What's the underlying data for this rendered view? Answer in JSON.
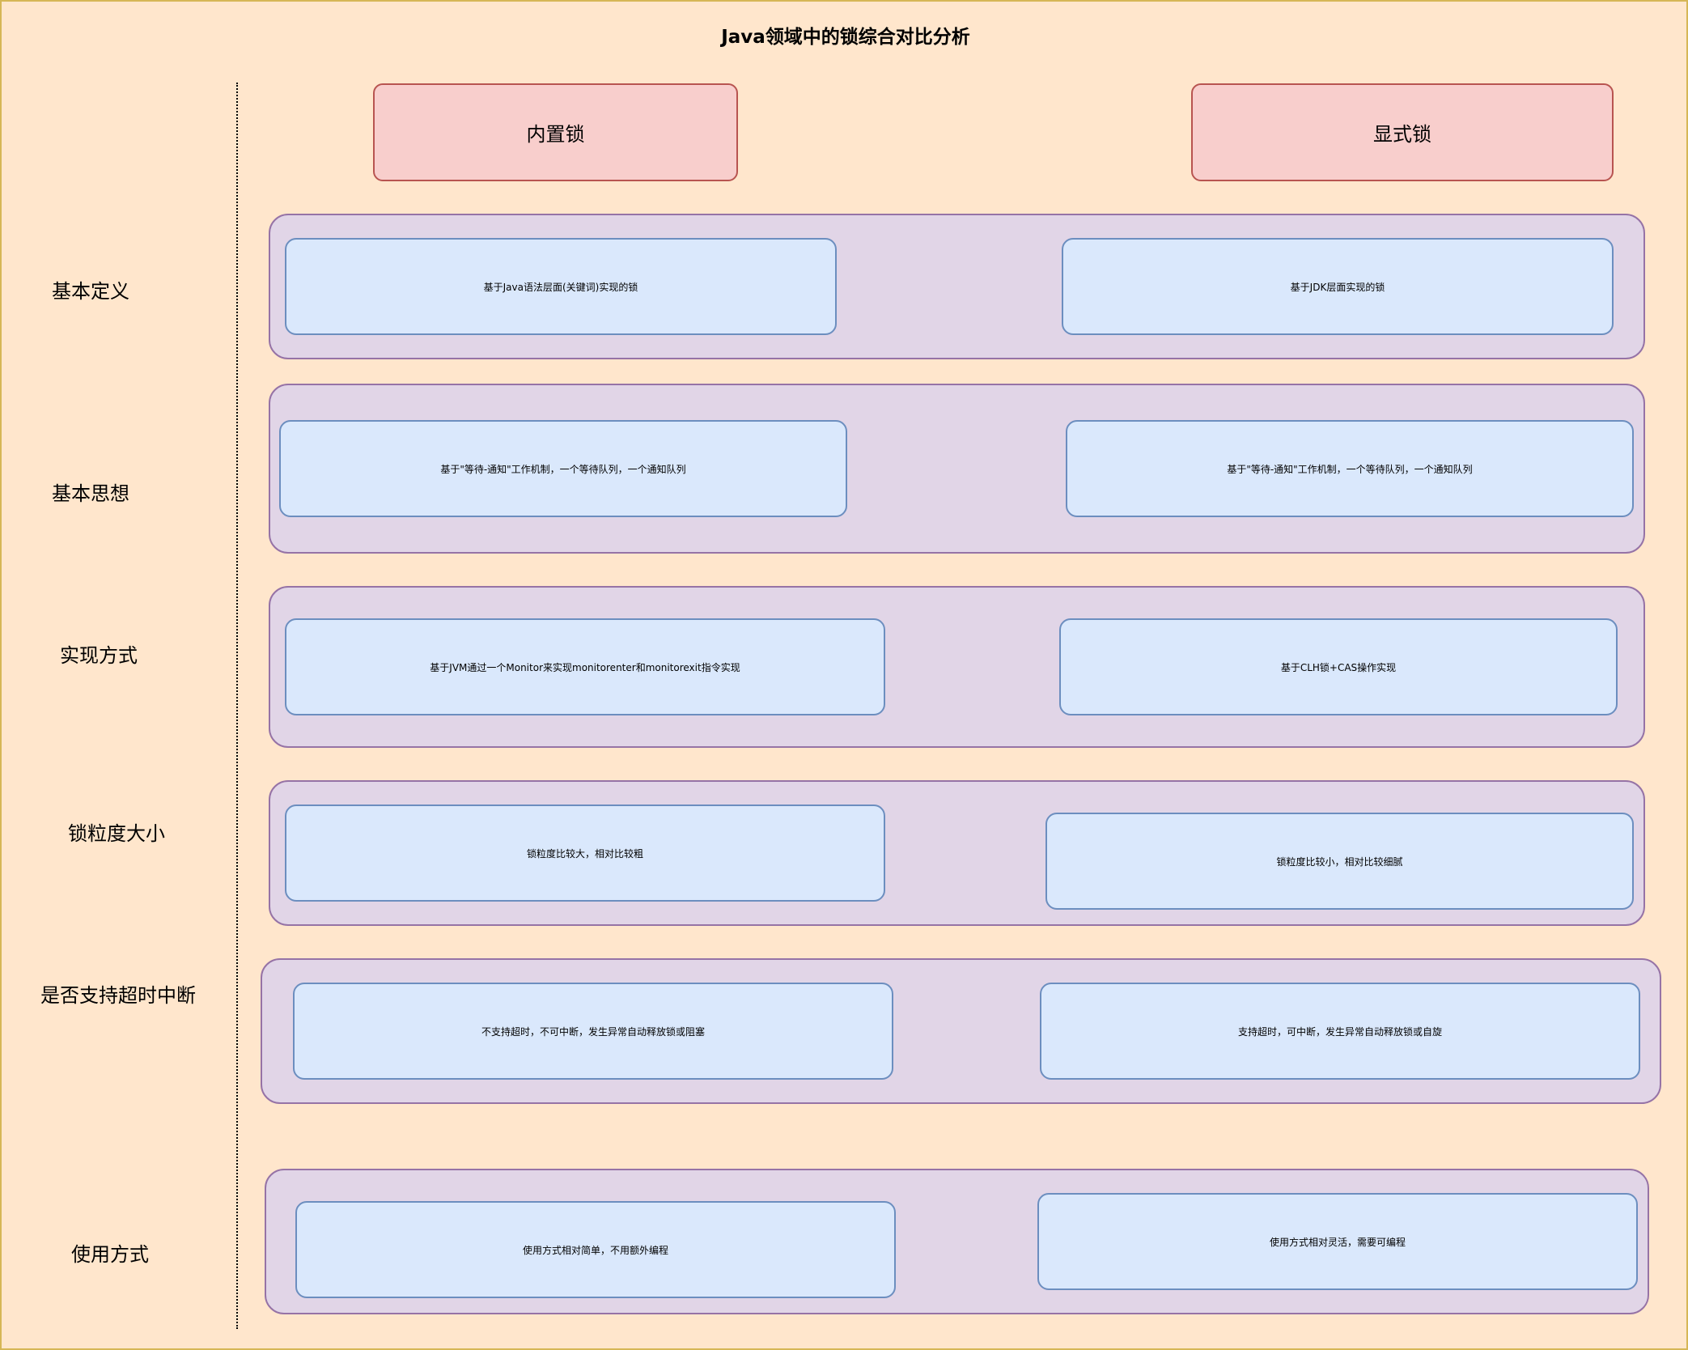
{
  "title": "Java领域中的锁综合对比分析",
  "columns": {
    "builtin": "内置锁",
    "explicit": "显式锁"
  },
  "rows": [
    {
      "label": "基本定义",
      "builtin": "基于Java语法层面(关键词)实现的锁",
      "explicit": "基于JDK层面实现的锁"
    },
    {
      "label": "基本思想",
      "builtin": "基于\"等待-通知\"工作机制，一个等待队列，一个通知队列",
      "explicit": "基于\"等待-通知\"工作机制，一个等待队列，一个通知队列"
    },
    {
      "label": "实现方式",
      "builtin": "基于JVM通过一个Monitor来实现monitorenter和monitorexit指令实现",
      "explicit": "基于CLH锁+CAS操作实现"
    },
    {
      "label": "锁粒度大小",
      "builtin": "锁粒度比较大，相对比较粗",
      "explicit": "锁粒度比较小，相对比较细腻"
    },
    {
      "label": "是否支持超时中断",
      "builtin": "不支持超时，不可中断，发生异常自动释放锁或阻塞",
      "explicit": "支持超时，可中断，发生异常自动释放锁或自旋"
    },
    {
      "label": "使用方式",
      "builtin": "使用方式相对简单，不用额外编程",
      "explicit": "使用方式相对灵活，需要可编程"
    }
  ]
}
